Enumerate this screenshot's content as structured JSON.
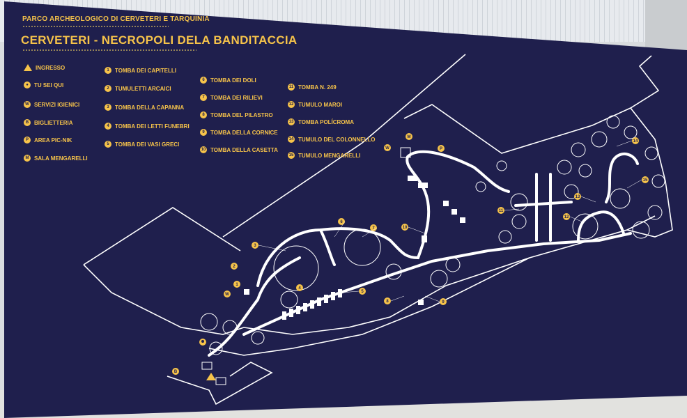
{
  "header": {
    "park": "PARCO ARCHEOLOGICO DI CERVETERI E TARQUINIA",
    "title": "CERVETERI - NECROPOLI DELA BANDITACCIA"
  },
  "legend_services": [
    {
      "icon": "triangle",
      "label": "INGRESSO"
    },
    {
      "icon": "pin",
      "label": "TU SEI QUI"
    },
    {
      "icon": "W",
      "label": "SERVIZI IGIENICI"
    },
    {
      "icon": "B",
      "label": "BIGLIETTERIA"
    },
    {
      "icon": "P",
      "label": "AREA PIC-NIK"
    },
    {
      "icon": "M",
      "label": "SALA MENGARELLI"
    }
  ],
  "legend_col2": [
    {
      "num": "1",
      "label": "TOMBA DEI CAPITELLI"
    },
    {
      "num": "2",
      "label": "TUMULETTI ARCAICI"
    },
    {
      "num": "3",
      "label": "TOMBA DELLA CAPANNA"
    },
    {
      "num": "4",
      "label": "TOMBA DEI LETTI FUNEBRI"
    },
    {
      "num": "5",
      "label": "TOMBA DEI VASI GRECI"
    }
  ],
  "legend_col3": [
    {
      "num": "6",
      "label": "TOMBA DEI DOLI"
    },
    {
      "num": "7",
      "label": "TOMBA DEI RILIEVI"
    },
    {
      "num": "8",
      "label": "TOMBA DEL PILASTRO"
    },
    {
      "num": "9",
      "label": "TOMBA DELLA CORNICE"
    },
    {
      "num": "10",
      "label": "TOMBA DELLA CASETTA"
    }
  ],
  "legend_col4": [
    {
      "num": "11",
      "label": "TOMBA N. 249"
    },
    {
      "num": "12",
      "label": "TUMULO MAROI"
    },
    {
      "num": "13",
      "label": "TOMBA POLÍCROMA"
    },
    {
      "num": "14",
      "label": "TUMULO DEL COLONNELLO"
    },
    {
      "num": "15",
      "label": "TUMULO MENGARELLI"
    }
  ],
  "map_markers": [
    "1",
    "2",
    "3",
    "4",
    "5",
    "6",
    "7",
    "8",
    "9",
    "10",
    "11",
    "12",
    "13",
    "14",
    "15",
    "W",
    "M",
    "P",
    "B"
  ],
  "colors": {
    "board": "#1f1f4d",
    "accent": "#f6c34a",
    "lines": "#ffffff"
  }
}
